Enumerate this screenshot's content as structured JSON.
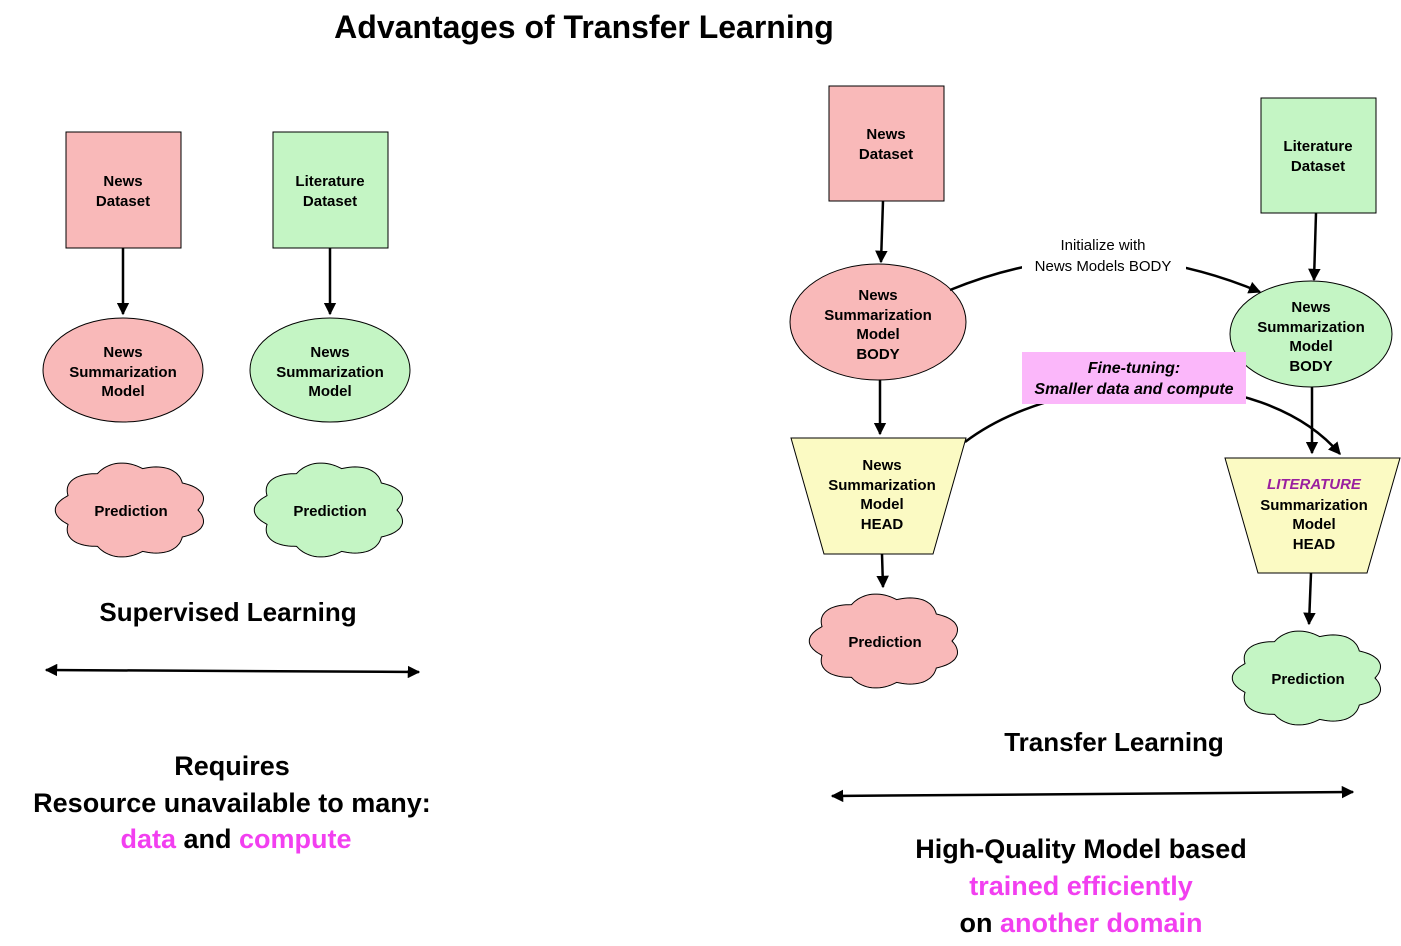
{
  "title": "Advantages of Transfer Learning",
  "colors": {
    "red_fill": "#f9b9b9",
    "green_fill": "#c4f5c4",
    "yellow_fill": "#fbfac3",
    "pink_label_bg": "#fbb7fa",
    "highlight": "#f23ff0",
    "literature_purple": "#9a1f9f"
  },
  "left": {
    "news_dataset": [
      "News",
      "Dataset"
    ],
    "lit_dataset": [
      "Literature",
      "Dataset"
    ],
    "news_model": [
      "News",
      "Summarization",
      "Model"
    ],
    "lit_model": [
      "News",
      "Summarization",
      "Model"
    ],
    "prediction_red": "Prediction",
    "prediction_green": "Prediction",
    "heading": "Supervised Learning",
    "req_line1": "Requires",
    "req_line2": "Resource unavailable to many:",
    "req_data": "data",
    "req_and": " and ",
    "req_compute": "compute"
  },
  "right": {
    "news_dataset": [
      "News",
      "Dataset"
    ],
    "lit_dataset": [
      "Literature",
      "Dataset"
    ],
    "news_body": [
      "News",
      "Summarization",
      "Model",
      "BODY"
    ],
    "lit_body": [
      "News",
      "Summarization",
      "Model",
      "BODY"
    ],
    "news_head": [
      "News",
      "Summarization",
      "Model",
      "HEAD"
    ],
    "lit_head_first": "LITERATURE",
    "lit_head": [
      "Summarization",
      "Model",
      "HEAD"
    ],
    "prediction_red": "Prediction",
    "prediction_green": "Prediction",
    "init_label": [
      "Initialize with",
      "News Models BODY"
    ],
    "finetune_label": [
      "Fine-tuning:",
      "Smaller data and compute"
    ],
    "heading": "Transfer Learning",
    "hq_line1": "High-Quality Model based",
    "hq_line2": "trained efficiently",
    "hq_on": "on ",
    "hq_domain": "another domain"
  }
}
